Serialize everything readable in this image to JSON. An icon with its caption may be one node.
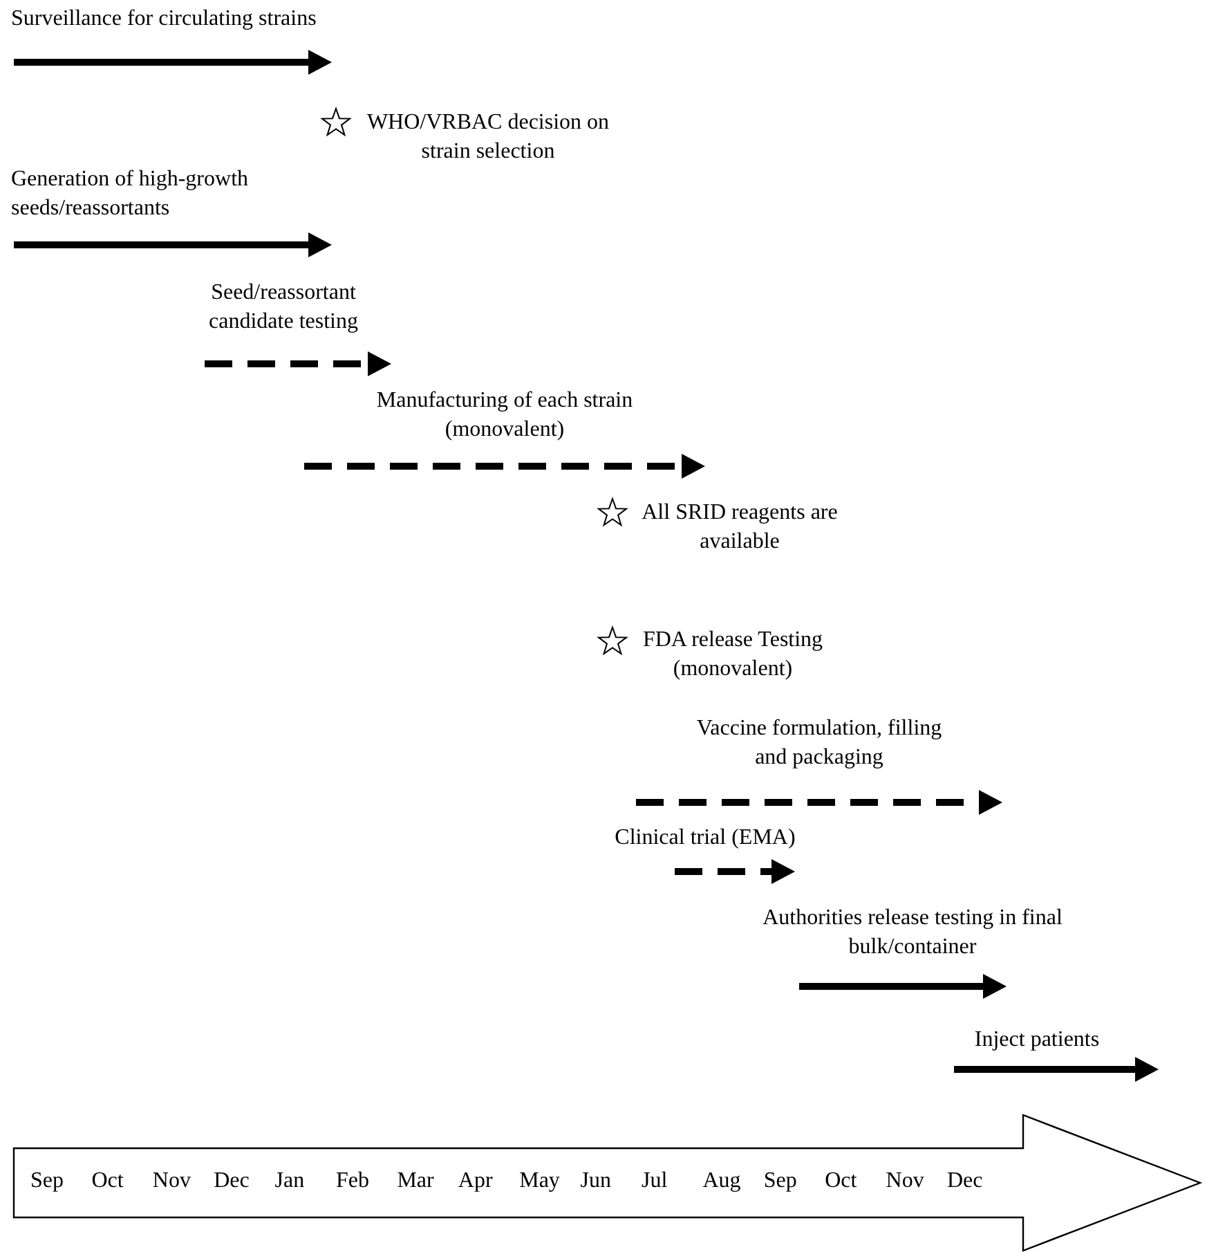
{
  "diagram": {
    "labels": [
      "Surveillance for circulating strains",
      "WHO/VRBAC decision on strain selection",
      "Generation of high-growth seeds/reassortants",
      "Seed/reassortant candidate testing",
      "Manufacturing of each strain (monovalent)",
      "All SRID reagents are available",
      "FDA release Testing (monovalent)",
      "Vaccine formulation, filling and packaging",
      "Clinical trial (EMA)",
      "Authorities release testing in final bulk/container",
      "Inject patients",
      "Sep",
      "Oct",
      "Nov",
      "Dec",
      "Jan",
      "Feb",
      "Mar",
      "Apr",
      "May",
      "Jun",
      "Jul",
      "Aug",
      "Sep",
      "Oct",
      "Nov",
      "Dec"
    ]
  }
}
